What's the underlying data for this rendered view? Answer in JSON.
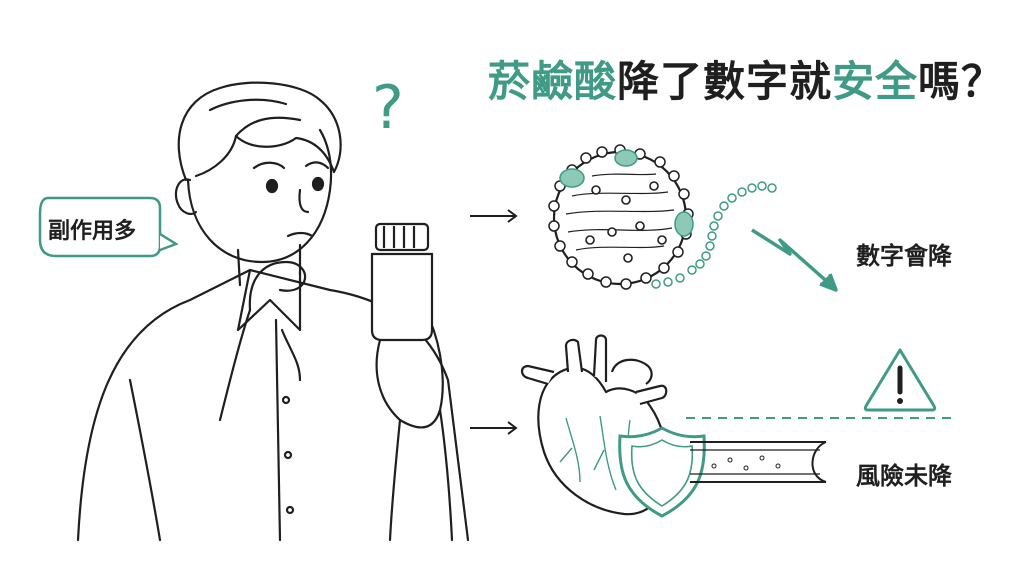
{
  "title": {
    "part1": "菸鹼酸",
    "part2": "降了數字就",
    "part3": "安全",
    "part4": "嗎？"
  },
  "speech_bubble": {
    "text": "副作用多"
  },
  "thought_mark": "?",
  "labels": {
    "top": "數字會降",
    "bottom": "風險未降"
  },
  "colors": {
    "accent": "#3f9a86",
    "accent_light": "#8ec9b8",
    "ink": "#1f1f1f"
  }
}
